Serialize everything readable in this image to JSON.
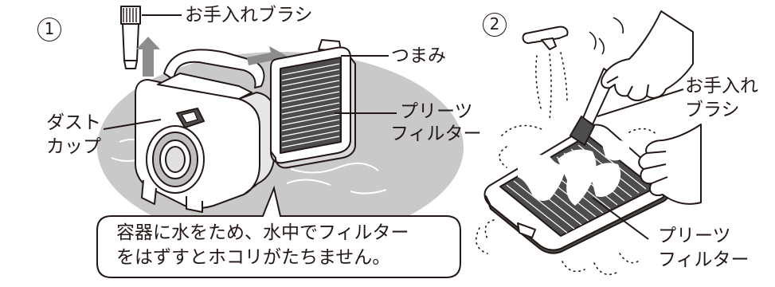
{
  "step1": {
    "number": "1",
    "labels": {
      "brush": "お手入れブラシ",
      "tab": "つまみ",
      "pleated_filter_line1": "プリーツ",
      "pleated_filter_line2": "フィルター",
      "dust_cup_line1": "ダスト",
      "dust_cup_line2": "カップ"
    },
    "note_line1": "容器に水をため、水中でフィルター",
    "note_line2": "をはずすとホコリがたちません。"
  },
  "step2": {
    "number": "2",
    "labels": {
      "brush_line1": "お手入れ",
      "brush_line2": "ブラシ",
      "pleated_filter_line1": "プリーツ",
      "pleated_filter_line2": "フィルター"
    }
  },
  "colors": {
    "ink": "#231815",
    "shadow_gray": "#c9c9ca",
    "dark_gray": "#4d4d4d",
    "arrow_gray": "#8c8c8c"
  }
}
